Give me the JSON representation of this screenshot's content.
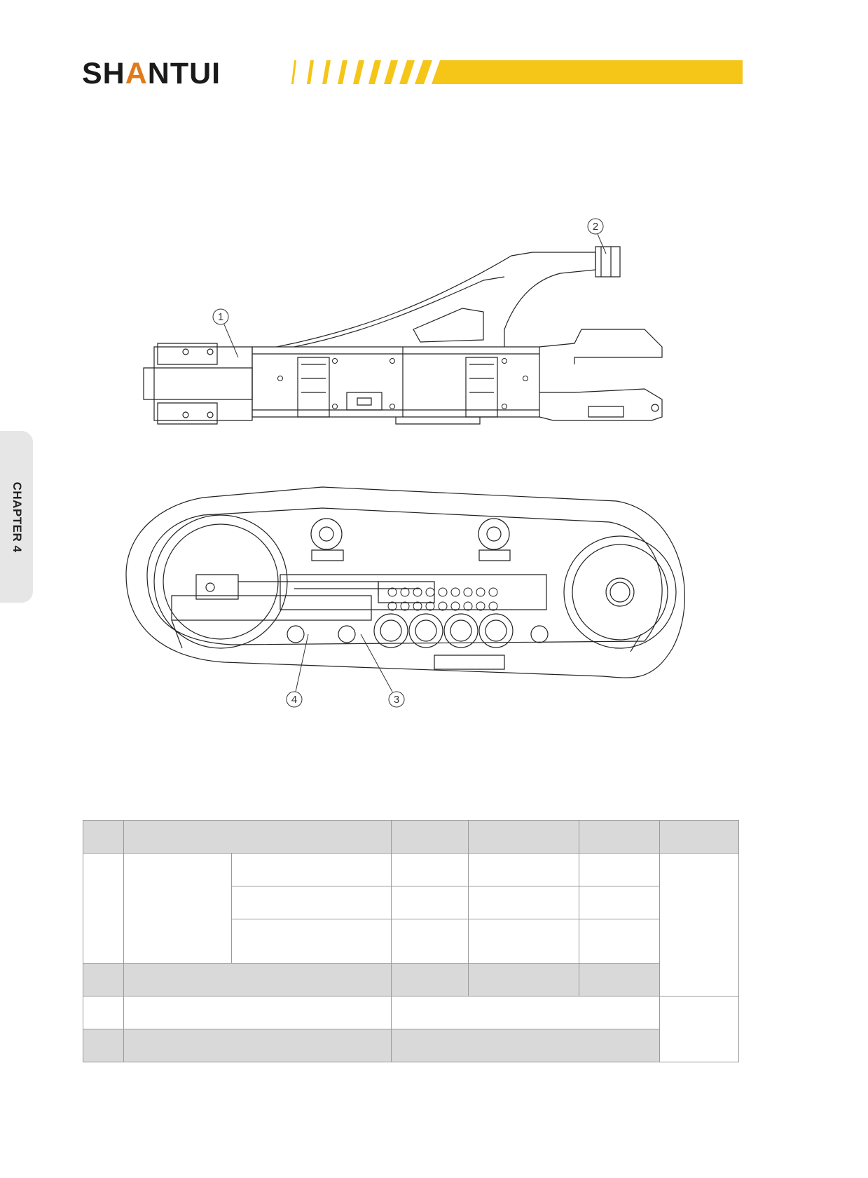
{
  "header": {
    "brand_before": "SH",
    "brand_accent": "A",
    "brand_after": "NTUI",
    "brand_color": "#1a1a1a",
    "accent_color": "#e07a1b",
    "stripe_color": "#f5c518"
  },
  "side_tab": {
    "label": "CHAPTER 4"
  },
  "figure": {
    "callouts": [
      {
        "label": "1"
      },
      {
        "label": "2"
      },
      {
        "label": "3"
      },
      {
        "label": "4"
      }
    ]
  },
  "table": {
    "rows": 7,
    "header_fill": "#d9d9d9"
  }
}
